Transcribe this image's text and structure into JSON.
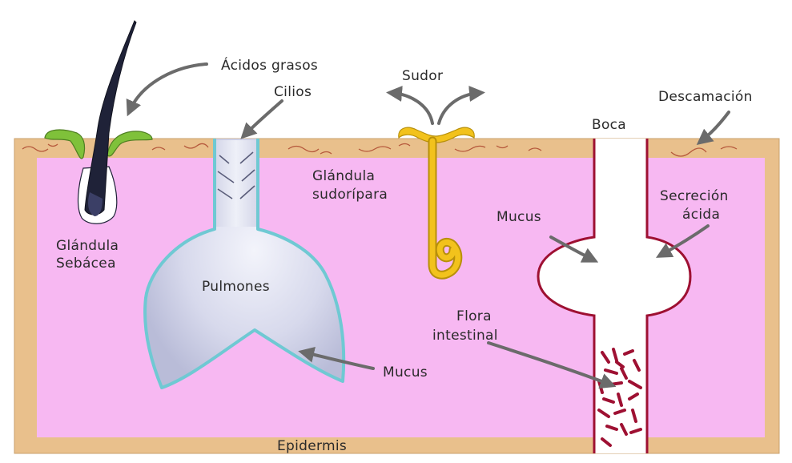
{
  "labels": {
    "acidos_grasos": "Ácidos grasos",
    "cilios": "Cilios",
    "sudor": "Sudor",
    "descamacion": "Descamación",
    "boca": "Boca",
    "glandula_sudoripara_1": "Glándula",
    "glandula_sudoripara_2": "sudorípara",
    "mucus_mouth": "Mucus",
    "secrecion_1": "Secreción",
    "secrecion_2": "ácida",
    "glandula_sebacea_1": "Glándula",
    "glandula_sebacea_2": "Sebácea",
    "pulmones": "Pulmones",
    "flora_1": "Flora",
    "flora_2": "intestinal",
    "mucus_lungs": "Mucus",
    "epidermis": "Epidermis"
  },
  "colors": {
    "epidermis": "#e9c08c",
    "interior": "#f7b8f2",
    "sebum": "#7fc13a",
    "hair": "#1f2238",
    "lung_outline": "#6fc9d3",
    "sweat_gland": "#f2c21c",
    "gut_wall": "#9e1032",
    "arrow": "#6b6b6b"
  }
}
